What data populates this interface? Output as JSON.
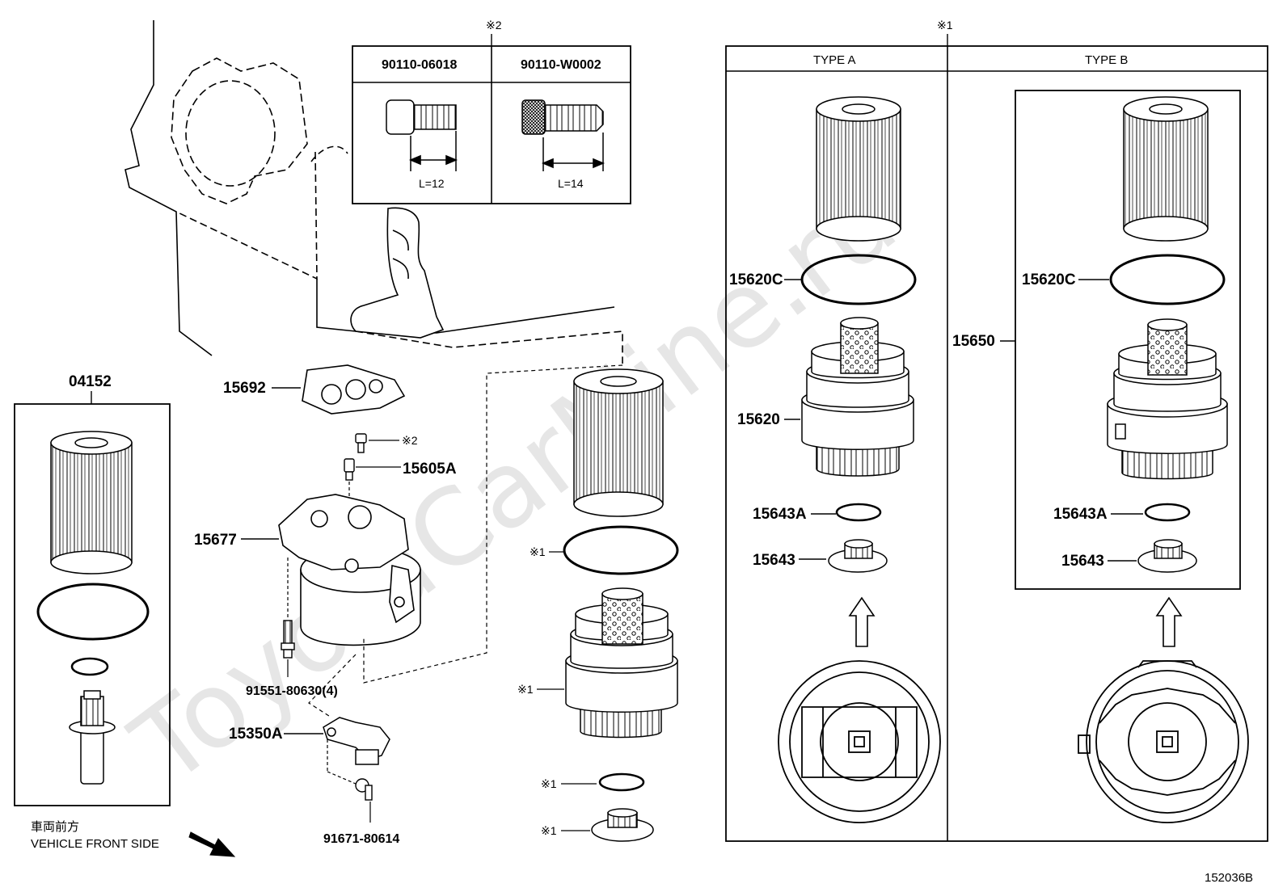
{
  "watermark": "ToyotaCarMine.ru",
  "figure_id": "152036B",
  "front_side": {
    "jp": "車両前方",
    "en": "VEHICLE FRONT SIDE"
  },
  "note_marks": {
    "mark1": "※1",
    "mark2": "※2"
  },
  "kit_box": {
    "label": "04152"
  },
  "bolt_table": {
    "columns": [
      {
        "part_no": "90110-06018",
        "length": "L=12"
      },
      {
        "part_no": "90110-W0002",
        "length": "L=14"
      }
    ]
  },
  "center_parts": {
    "gasket": "15692",
    "bolt_note": "※2",
    "union_bolt": "15605A",
    "housing": "15677",
    "stud_bolts": "91551-80630(4)",
    "sensor": "15350A",
    "screw": "91671-80614"
  },
  "types_table": {
    "type_a": {
      "title": "TYPE A",
      "o_ring": "15620C",
      "cap": "15620",
      "gasket": "15643A",
      "plug": "15643"
    },
    "type_b": {
      "title": "TYPE B",
      "assembly": "15650",
      "o_ring": "15620C",
      "gasket": "15643A",
      "plug": "15643"
    }
  }
}
